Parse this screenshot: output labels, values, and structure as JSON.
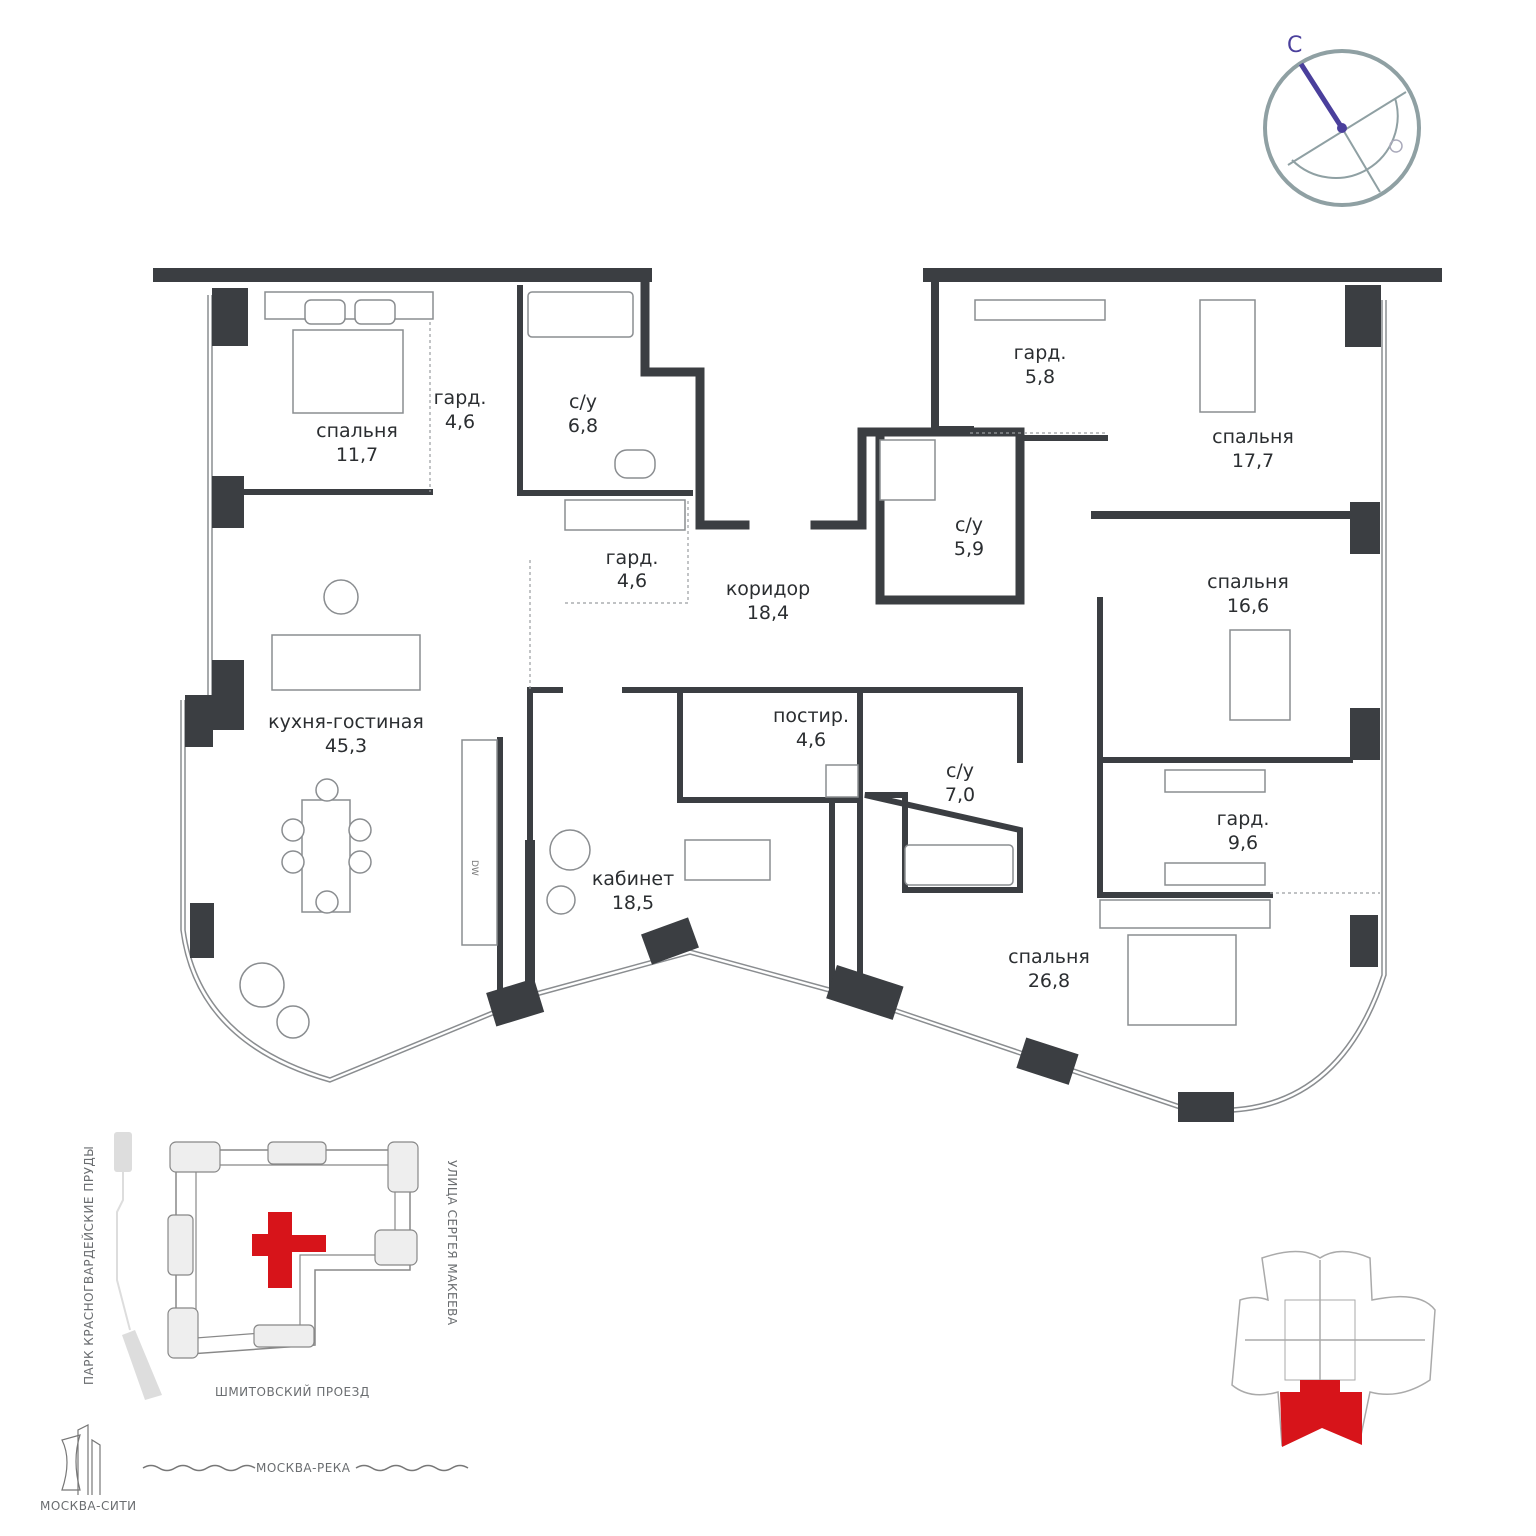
{
  "compass": {
    "north_label": "С",
    "accent": "#4a3f9c",
    "ring_color": "#8fa0a3"
  },
  "rooms": [
    {
      "name": "спальня",
      "area": "11,7"
    },
    {
      "name": "гард.",
      "area": "4,6"
    },
    {
      "name": "с/у",
      "area": "6,8"
    },
    {
      "name": "гард.",
      "area": "4,6"
    },
    {
      "name": "коридор",
      "area": "18,4"
    },
    {
      "name": "кухня-гостиная",
      "area": "45,3"
    },
    {
      "name": "постир.",
      "area": "4,6"
    },
    {
      "name": "с/у",
      "area": "7,0"
    },
    {
      "name": "кабинет",
      "area": "18,5"
    },
    {
      "name": "гард.",
      "area": "5,8"
    },
    {
      "name": "с/у",
      "area": "5,9"
    },
    {
      "name": "спальня",
      "area": "17,7"
    },
    {
      "name": "спальня",
      "area": "16,6"
    },
    {
      "name": "гард.",
      "area": "9,6"
    },
    {
      "name": "спальня",
      "area": "26,8"
    }
  ],
  "appliance_labels": {
    "dishwasher": "DW"
  },
  "site_plan": {
    "park": "ПАРК КРАСНОГВАРДЕЙСКИЕ ПРУДЫ",
    "street_right": "УЛИЦА СЕРГЕЯ МАКЕЕВА",
    "street_bottom": "ШМИТОВСКИЙ ПРОЕЗД",
    "river": "МОСКВА-РЕКА",
    "landmark": "МОСКВА-СИТИ",
    "highlight_color": "#d7141a"
  }
}
